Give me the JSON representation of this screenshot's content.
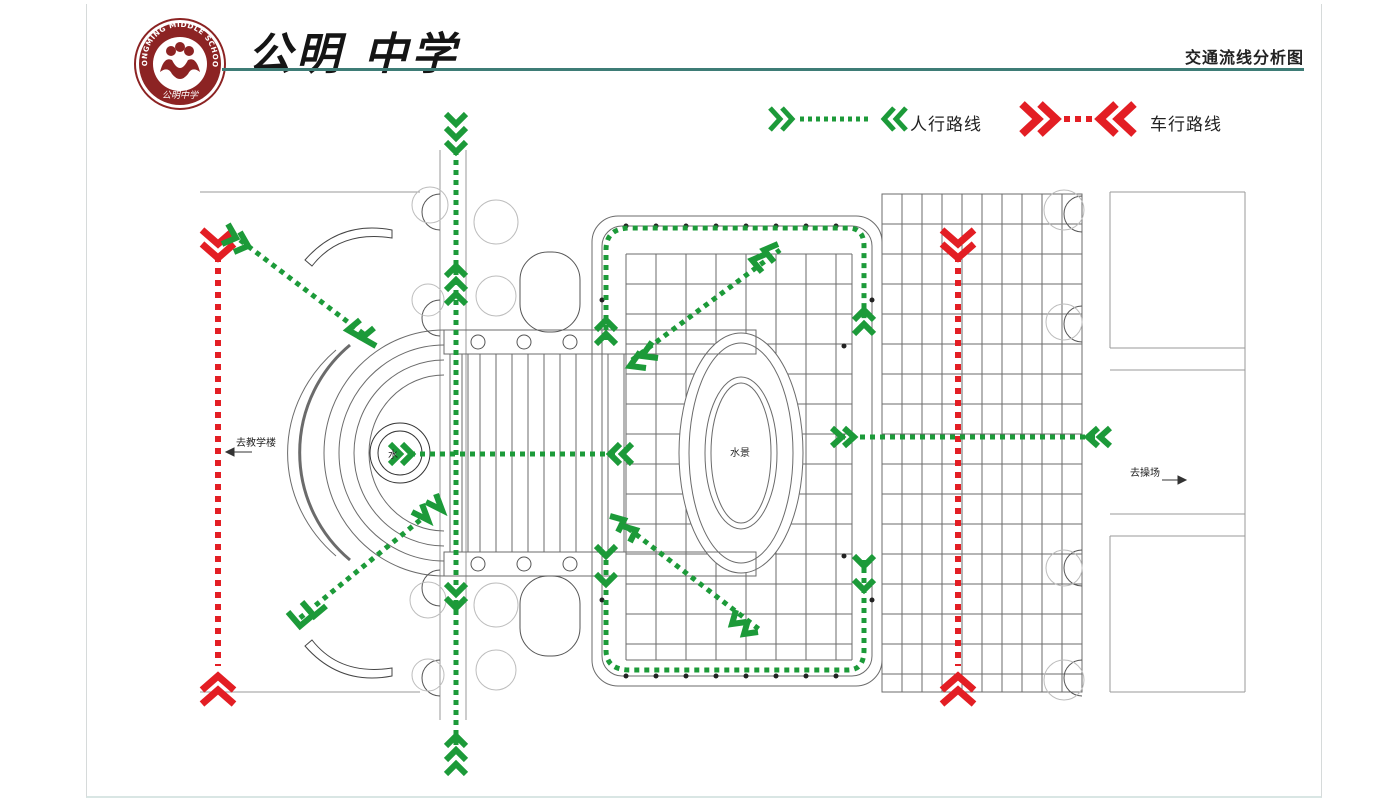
{
  "header": {
    "school_name": "公明 中学",
    "page_title": "交通流线分析图",
    "logo": {
      "ring_text": "GONGMING MIDDLE SCHOOL",
      "inner_text": "公明中学",
      "color": "#8c2323"
    }
  },
  "legend": {
    "pedestrian": {
      "label": "人行路线",
      "color": "#1c9a39",
      "style": "dotted"
    },
    "vehicle": {
      "label": "车行路线",
      "color": "#e31e24",
      "style": "dotted"
    }
  },
  "plan": {
    "label_to_teaching_building": "去教学楼",
    "label_to_playground": "去操场",
    "label_water_feature": "水景",
    "label_small_water": "水"
  },
  "colors": {
    "line": "#6b6b6b",
    "accent_rule": "#3e7c76"
  }
}
